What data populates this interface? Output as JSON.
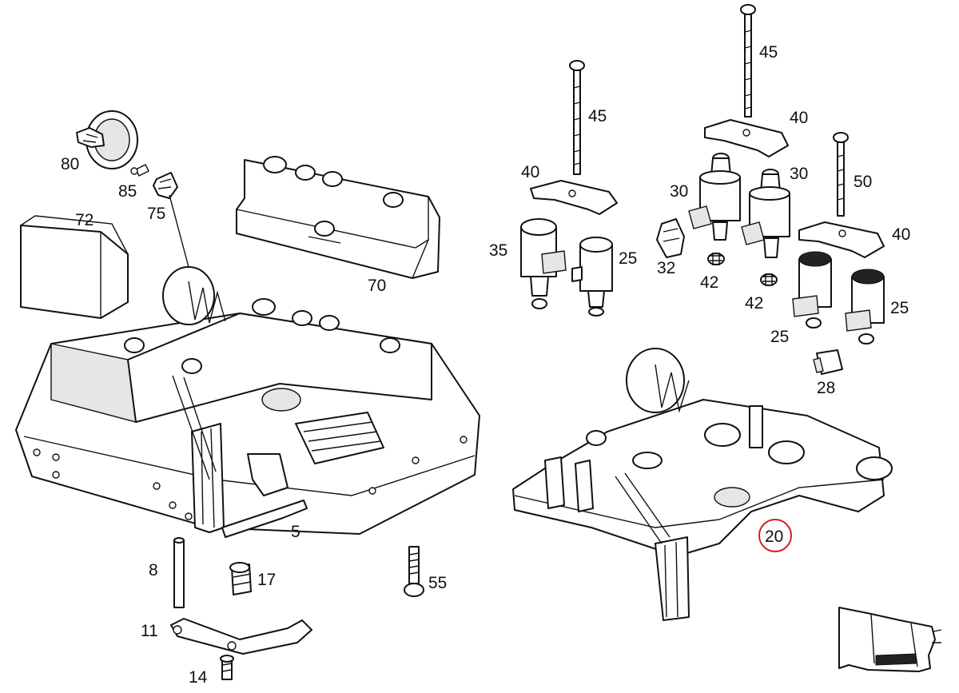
{
  "diagram": {
    "callouts": {
      "c80": "80",
      "c85": "85",
      "c75": "75",
      "c72": "72",
      "c70": "70",
      "c45a": "45",
      "c45b": "45",
      "c40a": "40",
      "c40b": "40",
      "c40c": "40",
      "c50": "50",
      "c30a": "30",
      "c30b": "30",
      "c35": "35",
      "c25a": "25",
      "c25b": "25",
      "c25c": "25",
      "c32": "32",
      "c42a": "42",
      "c42b": "42",
      "c28": "28",
      "c20": "20",
      "c5": "5",
      "c8": "8",
      "c17": "17",
      "c55": "55",
      "c11": "11",
      "c14": "14"
    },
    "highlighted_part": "20",
    "highlight_color": "#d0202a",
    "line_color": "#111111",
    "background_color": "#ffffff"
  }
}
